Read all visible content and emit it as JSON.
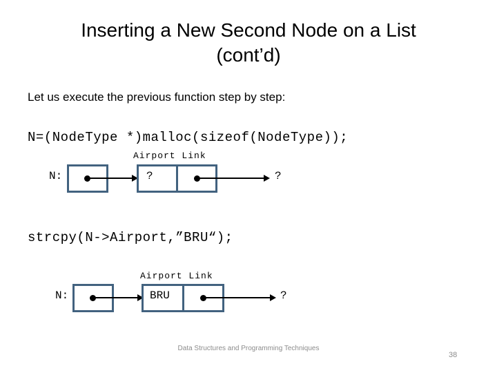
{
  "slide": {
    "title": "Inserting a New Second Node on a List\n(cont’d)",
    "intro_text": "Let us execute the previous function step by step:",
    "code_lines": [
      "N=(NodeType *)malloc(sizeof(NodeType));",
      "strcpy(N->Airport,”BRU“);"
    ],
    "footer": "Data Structures and Programming Techniques",
    "page_number": "38"
  },
  "diagrams": [
    {
      "pointer_label": "N:",
      "node_header": "Airport Link",
      "airport_value": "?",
      "tail_value": "?"
    },
    {
      "pointer_label": "N:",
      "node_header": "Airport Link",
      "airport_value": "BRU",
      "tail_value": "?"
    }
  ],
  "colors": {
    "box_border": "#42627f",
    "arrow": "#000000",
    "footer_text": "#8c8c8c"
  }
}
